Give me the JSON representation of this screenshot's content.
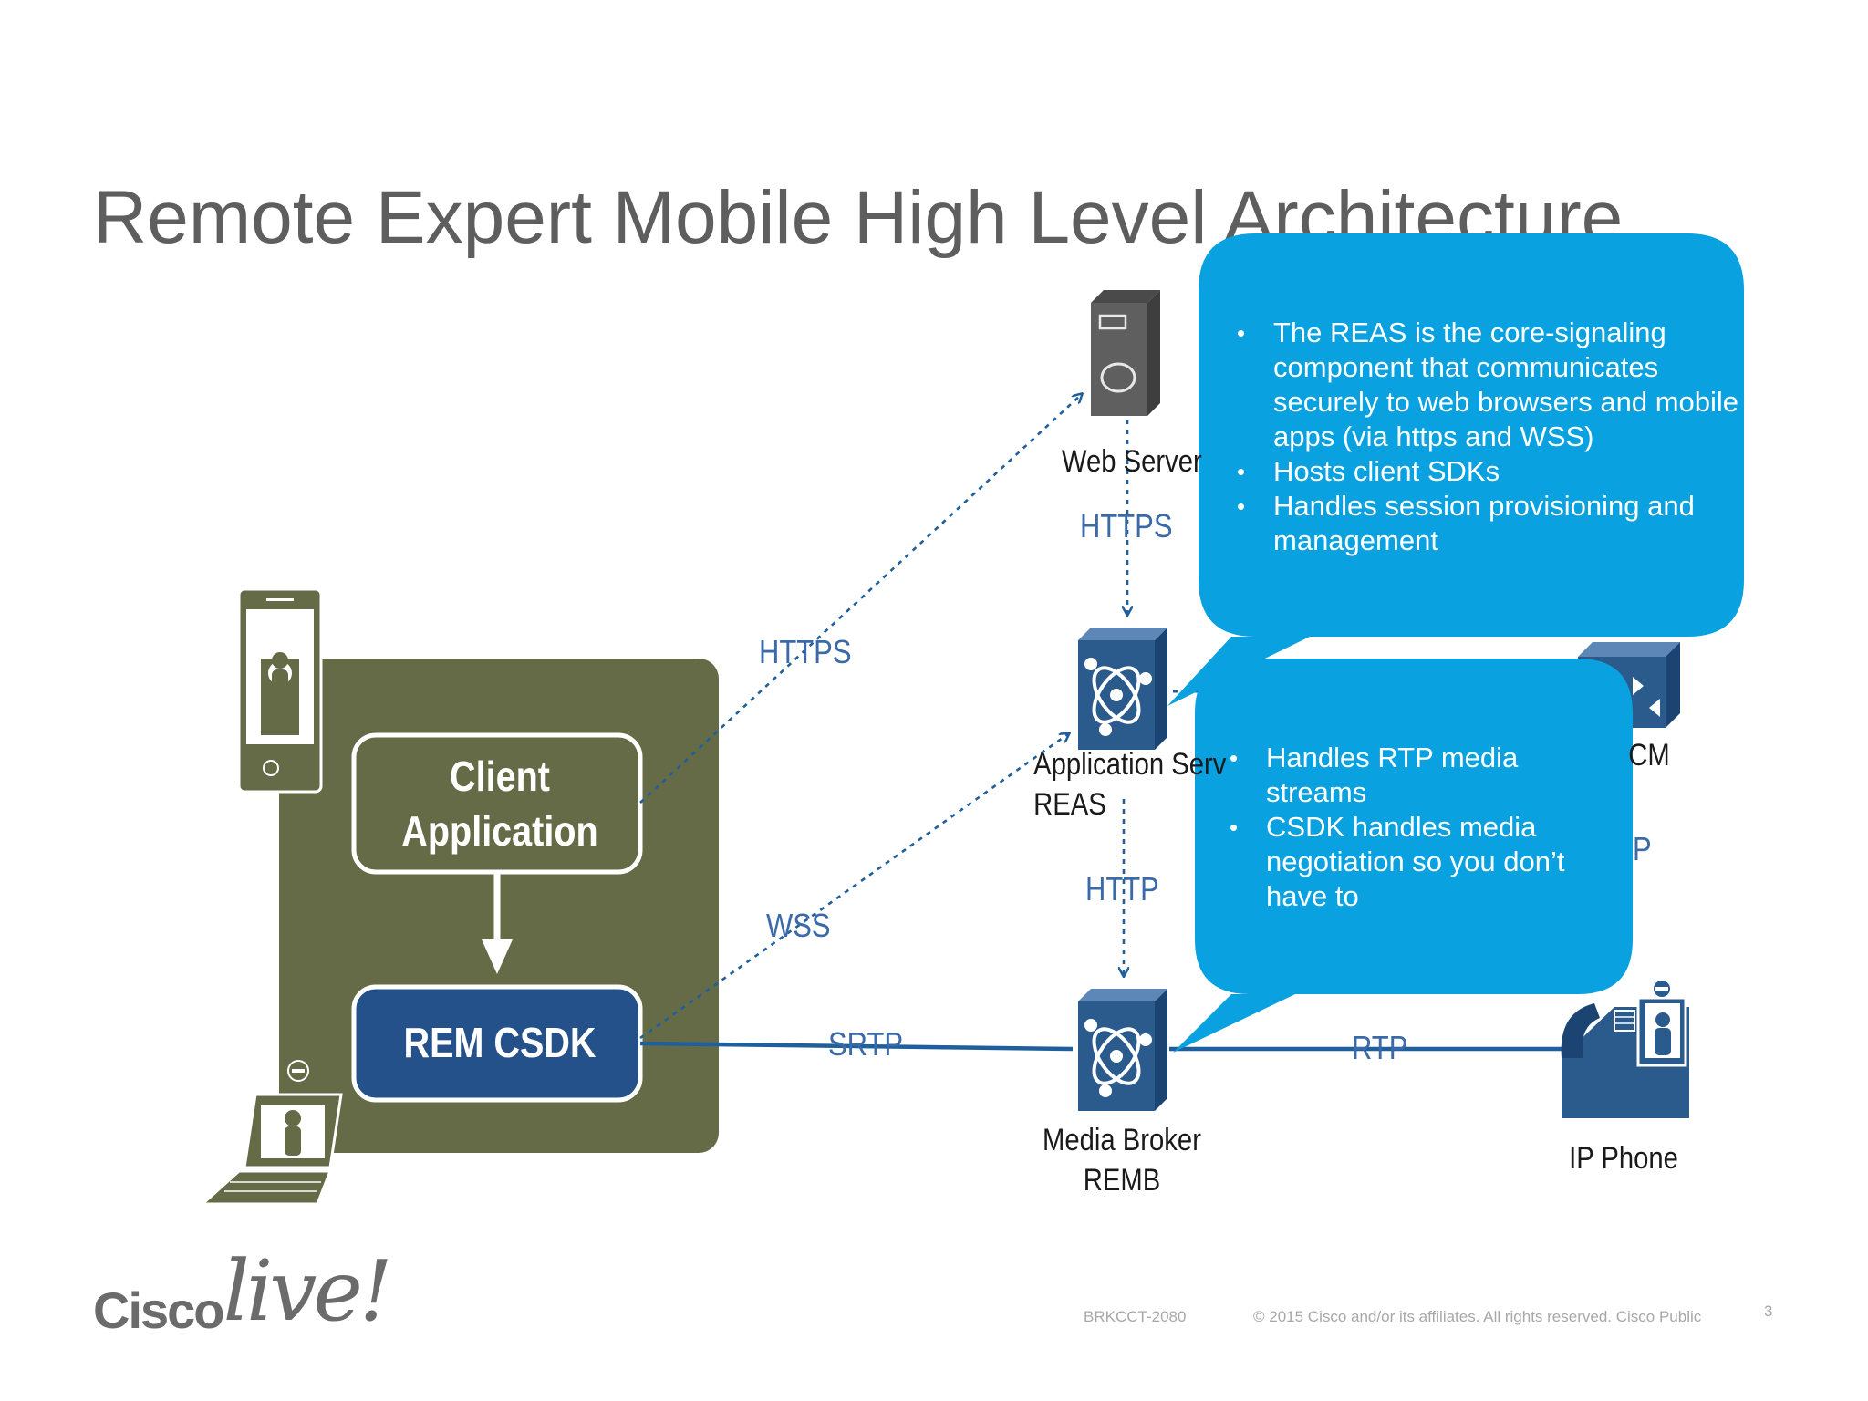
{
  "slide": {
    "title": "Remote Expert Mobile High Level Architecture"
  },
  "client_box": {
    "client_app_label": "Client\nApplication",
    "sdk_label": "REM CSDK"
  },
  "nodes": {
    "web_server": "Web Server",
    "app_server": "Application Serv\nREAS",
    "media_broker": "Media Broker\nREMB",
    "cucm_partial": "CM",
    "ip_phone": "IP Phone"
  },
  "protocols": {
    "https_web": "HTTPS",
    "https_client": "HTTPS",
    "wss": "WSS",
    "http": "HTTP",
    "srtp": "SRTP",
    "rtp": "RTP",
    "sip_partial": "P"
  },
  "callouts": {
    "reas_bullets": [
      "The REAS is the core-signaling component that communicates securely to web browsers and mobile apps (via https and WSS)",
      "Hosts client SDKs",
      "Handles session provisioning and management"
    ],
    "remb_bullets": [
      "Handles RTP media streams",
      "CSDK handles media negotiation so you don’t have to"
    ]
  },
  "footer": {
    "session_id": "BRKCCT-2080",
    "copyright": "© 2015  Cisco and/or its affiliates. All rights reserved.   Cisco Public",
    "page_number": "3"
  },
  "logo": {
    "cisco": "Cisco",
    "live": "live!"
  },
  "colors": {
    "client_box": "#656b47",
    "callout": "#0aa1e0",
    "rem_sdk": "#25518a",
    "node_icon": "#2b5a8c",
    "link": "#1f5f9c",
    "protocol_text": "#3b6aa8"
  },
  "icons": [
    "server-icon",
    "router-icon",
    "media-broker-icon",
    "call-manager-icon",
    "ip-phone-icon",
    "smartphone-icon",
    "laptop-icon"
  ]
}
